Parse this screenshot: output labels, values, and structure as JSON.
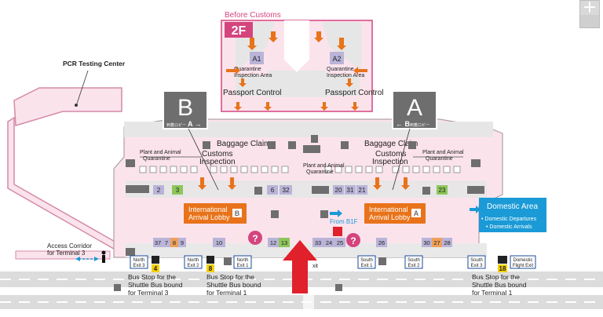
{
  "upper_floor": {
    "heading": "Before Customs",
    "floor_badge": "2F",
    "gates": [
      "A1",
      "A2"
    ],
    "quarantine_left": [
      "Quarantine",
      "Inspection Area"
    ],
    "quarantine_right": [
      "Quarantine",
      "Inspection Area"
    ],
    "passport_left": "Passport Control",
    "passport_right": "Passport Control"
  },
  "pcr": "PCR Testing Center",
  "zones": {
    "b": {
      "letter": "B",
      "sub_jp": "到着ロビー",
      "sub_arrow": "A →"
    },
    "a": {
      "letter": "A",
      "sub_jp": "到着ロビー",
      "sub_arrow": "← B"
    }
  },
  "baggage_left": "Baggage Claim",
  "baggage_right": "Baggage Claim",
  "plant_left": [
    "Plant and Animal",
    "Quarantine"
  ],
  "plant_mid": [
    "Plant and Animal",
    "Quarantine"
  ],
  "plant_right": [
    "Plant and Animal",
    "Quarantine"
  ],
  "customs_left": [
    "Customs",
    "Inspection"
  ],
  "customs_right": [
    "Customs",
    "Inspection"
  ],
  "lobby_b": {
    "title": "International",
    "sub": "Arrival Lobby",
    "tag": "B"
  },
  "lobby_a": {
    "title": "International",
    "sub": "Arrival Lobby",
    "tag": "A"
  },
  "from_b1f": "From B1F",
  "domestic": {
    "title": "Domestic Area",
    "items": [
      "• Domestic Departures",
      "• Domestic Arrivals"
    ]
  },
  "counters_top": [
    "2",
    "3",
    "6",
    "32",
    "20",
    "31",
    "21",
    "23"
  ],
  "counters_bottom": [
    "37",
    "7",
    "8",
    "9",
    "10",
    "12",
    "13",
    "33",
    "24",
    "25",
    "26",
    "30",
    "27",
    "28"
  ],
  "exits": [
    [
      "North",
      "Exit 3"
    ],
    [
      "North",
      "Exit 2"
    ],
    [
      "North",
      "Exit 1"
    ],
    [
      "South",
      "Exit 1"
    ],
    [
      "South",
      "Exit 2"
    ],
    [
      "South",
      "Exit 3"
    ],
    [
      "Domestic",
      "Flight Exit"
    ]
  ],
  "mid_exit": "xit",
  "bus_numbers": [
    "4",
    "8",
    "18"
  ],
  "access_corridor": [
    "Access Corridor",
    "for Terminal 3"
  ],
  "bus_stop_left": [
    "Bus Stop for the",
    "Shuttle Bus bound",
    "for Terminal 3"
  ],
  "bus_stop_mid": [
    "Bus Stop for the",
    "Shuttle Bus bound",
    "for Terminal 1"
  ],
  "bus_stop_right": [
    "Bus Stop for the",
    "Shuttle Bus bound",
    "for Terminal 1"
  ],
  "colors": {
    "terminal_fill": "#fbe3ec",
    "terminal_stroke": "#d48aa8",
    "hall_gray": "#e6e6e6",
    "orange": "#e8731a",
    "red_arrow": "#e0202a",
    "zone_box": "#6e6e6e",
    "domestic_blue": "#1a9ad6",
    "counter_purple": "#b9b4d8",
    "counter_green": "#8ec65a",
    "counter_orange": "#f0a05a",
    "road": "#d9d9d9",
    "bus_yellow": "#f5d000"
  },
  "icons": [
    "zoom-in-icon",
    "baggage-icon",
    "restroom-icon",
    "elevator-icon",
    "info-icon",
    "currency-exchange-icon",
    "bus-icon",
    "pedestrian-icon",
    "up-arrow-icon"
  ]
}
